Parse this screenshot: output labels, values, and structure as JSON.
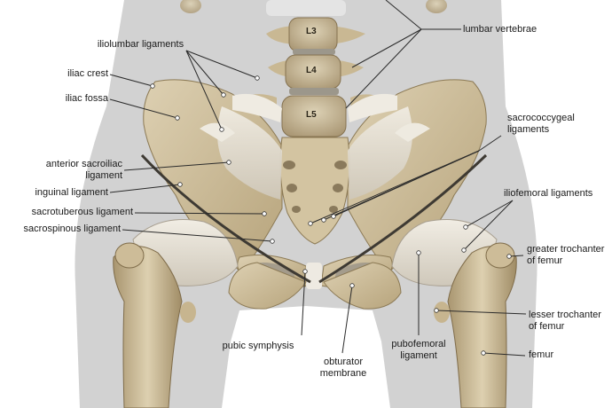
{
  "vertebra_labels": {
    "l3": "L3",
    "l4": "L4",
    "l5": "L5"
  },
  "labels": {
    "iliolumbar_ligaments": "iliolumbar ligaments",
    "lumbar_vertebrae": "lumbar vertebrae",
    "iliac_crest": "iliac crest",
    "iliac_fossa": "iliac fossa",
    "sacrococcygeal_ligaments": [
      "sacrococcygeal",
      "ligaments"
    ],
    "anterior_sacroiliac_ligament": [
      "anterior sacroiliac",
      "ligament"
    ],
    "inguinal_ligament": "inguinal ligament",
    "iliofemoral_ligaments": "iliofemoral ligaments",
    "sacrotuberous_ligament": "sacrotuberous ligament",
    "sacrospinous_ligament": "sacrospinous ligament",
    "greater_trochanter": [
      "greater trochanter",
      "of femur"
    ],
    "lesser_trochanter": [
      "lesser trochanter",
      "of femur"
    ],
    "pubic_symphysis": "pubic symphysis",
    "pubofemoral_ligament": [
      "pubofemoral",
      "ligament"
    ],
    "obturator_membrane": [
      "obturator",
      "membrane"
    ],
    "femur": "femur"
  }
}
